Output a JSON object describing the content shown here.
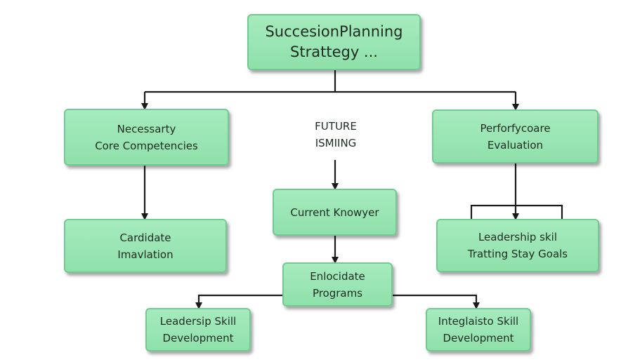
{
  "nodes": {
    "root": "SuccesionPlanning\nStrattegy ...",
    "core_competencies": "Necessarty\nCore Competencies",
    "performance_evaluation": "Perforfycoare\nEvaluation",
    "candidate_evaluation": "Cardidate\nImavlation",
    "current_knowledge": "Current Knowyer",
    "leadership_training": "Leadership skil\nTratting Stay Goals",
    "enlocidate_programs": "Enlocidate\nPrograms",
    "leadership_development": "Leadersip Skill\nDevelopment",
    "integlaisto_development": "Integlaisto Skill\nDevelopment"
  },
  "future_label": "FUTURE\nISMIING",
  "colors": {
    "node_fill": "#98e4b3",
    "node_border": "#74c893",
    "connector": "#1a1a1a"
  }
}
